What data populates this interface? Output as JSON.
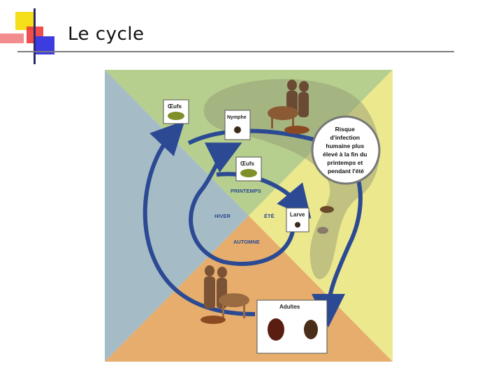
{
  "slide": {
    "title": "Le cycle"
  },
  "diagram": {
    "colors": {
      "green": "#b7cf8e",
      "blue": "#a5bcc7",
      "yellow": "#ece88e",
      "orange": "#e6ad6c",
      "arrow": "#2c4a93",
      "label": "#2c4a93"
    },
    "seasons": {
      "spring": "PRINTEMPS",
      "summer": "ÉTÉ",
      "autumn": "AUTOMNE",
      "winter": "HIVER"
    },
    "boxes": {
      "eggs_outer": "Œufs",
      "nymph": "Nymphe",
      "eggs_inner": "Œufs",
      "larva": "Larve",
      "adults": "Adultes"
    },
    "risk_lines": [
      "Risque",
      "d'infection",
      "humaine plus",
      "élevé à la fin du",
      "printemps et",
      "pendant l'été"
    ]
  }
}
